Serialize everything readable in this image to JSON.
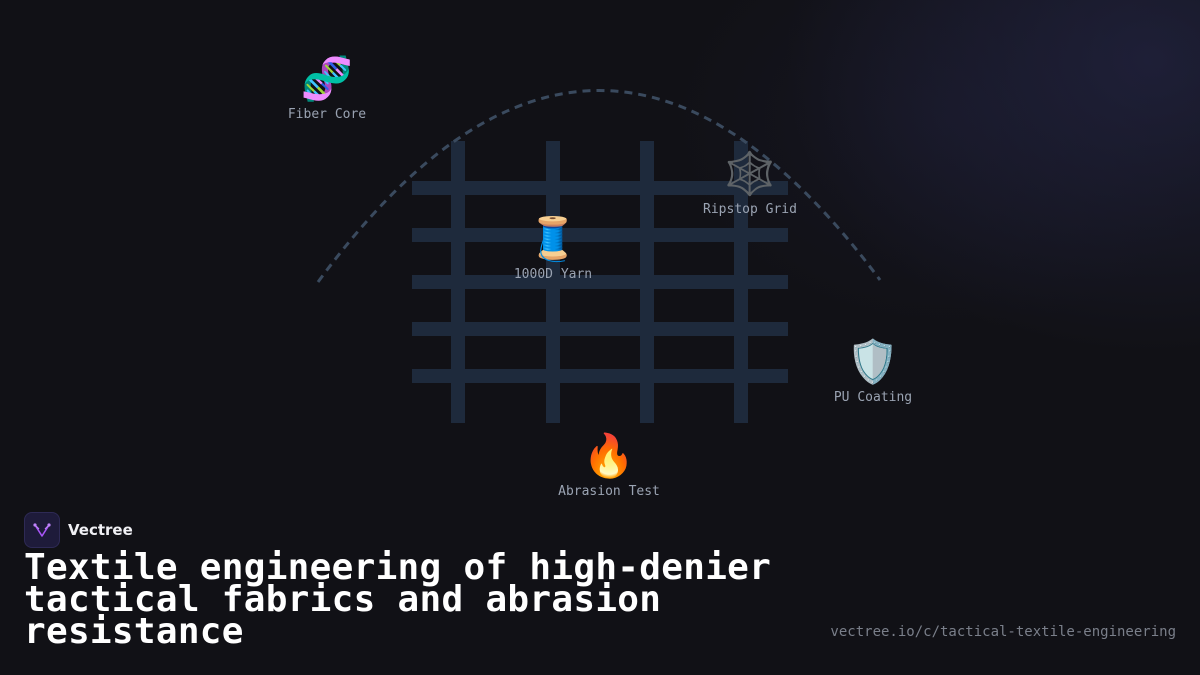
{
  "nodes": [
    {
      "id": "fiber-core",
      "emoji": "🧬",
      "label": "Fiber Core",
      "icon": "dna-icon"
    },
    {
      "id": "ripstop-grid",
      "emoji": "🕸️",
      "label": "Ripstop Grid",
      "icon": "spider-web-icon"
    },
    {
      "id": "yarn",
      "emoji": "🧵",
      "label": "1000D Yarn",
      "icon": "thread-spool-icon"
    },
    {
      "id": "pu-coating",
      "emoji": "🛡️",
      "label": "PU Coating",
      "icon": "shield-icon"
    },
    {
      "id": "abrasion-test",
      "emoji": "🔥",
      "label": "Abrasion Test",
      "icon": "fire-icon"
    }
  ],
  "brand": {
    "name": "Vectree",
    "icon": "vectree-logo-icon"
  },
  "title": "Textile engineering of high-denier tactical fabrics and abrasion resistance",
  "url": "vectree.io/c/tactical-textile-engineering",
  "colors": {
    "background": "#111116",
    "grid": "#1e2a3c",
    "arc": "#3a4a5e",
    "label": "#9aa3b2",
    "accent": "#a855f7"
  }
}
